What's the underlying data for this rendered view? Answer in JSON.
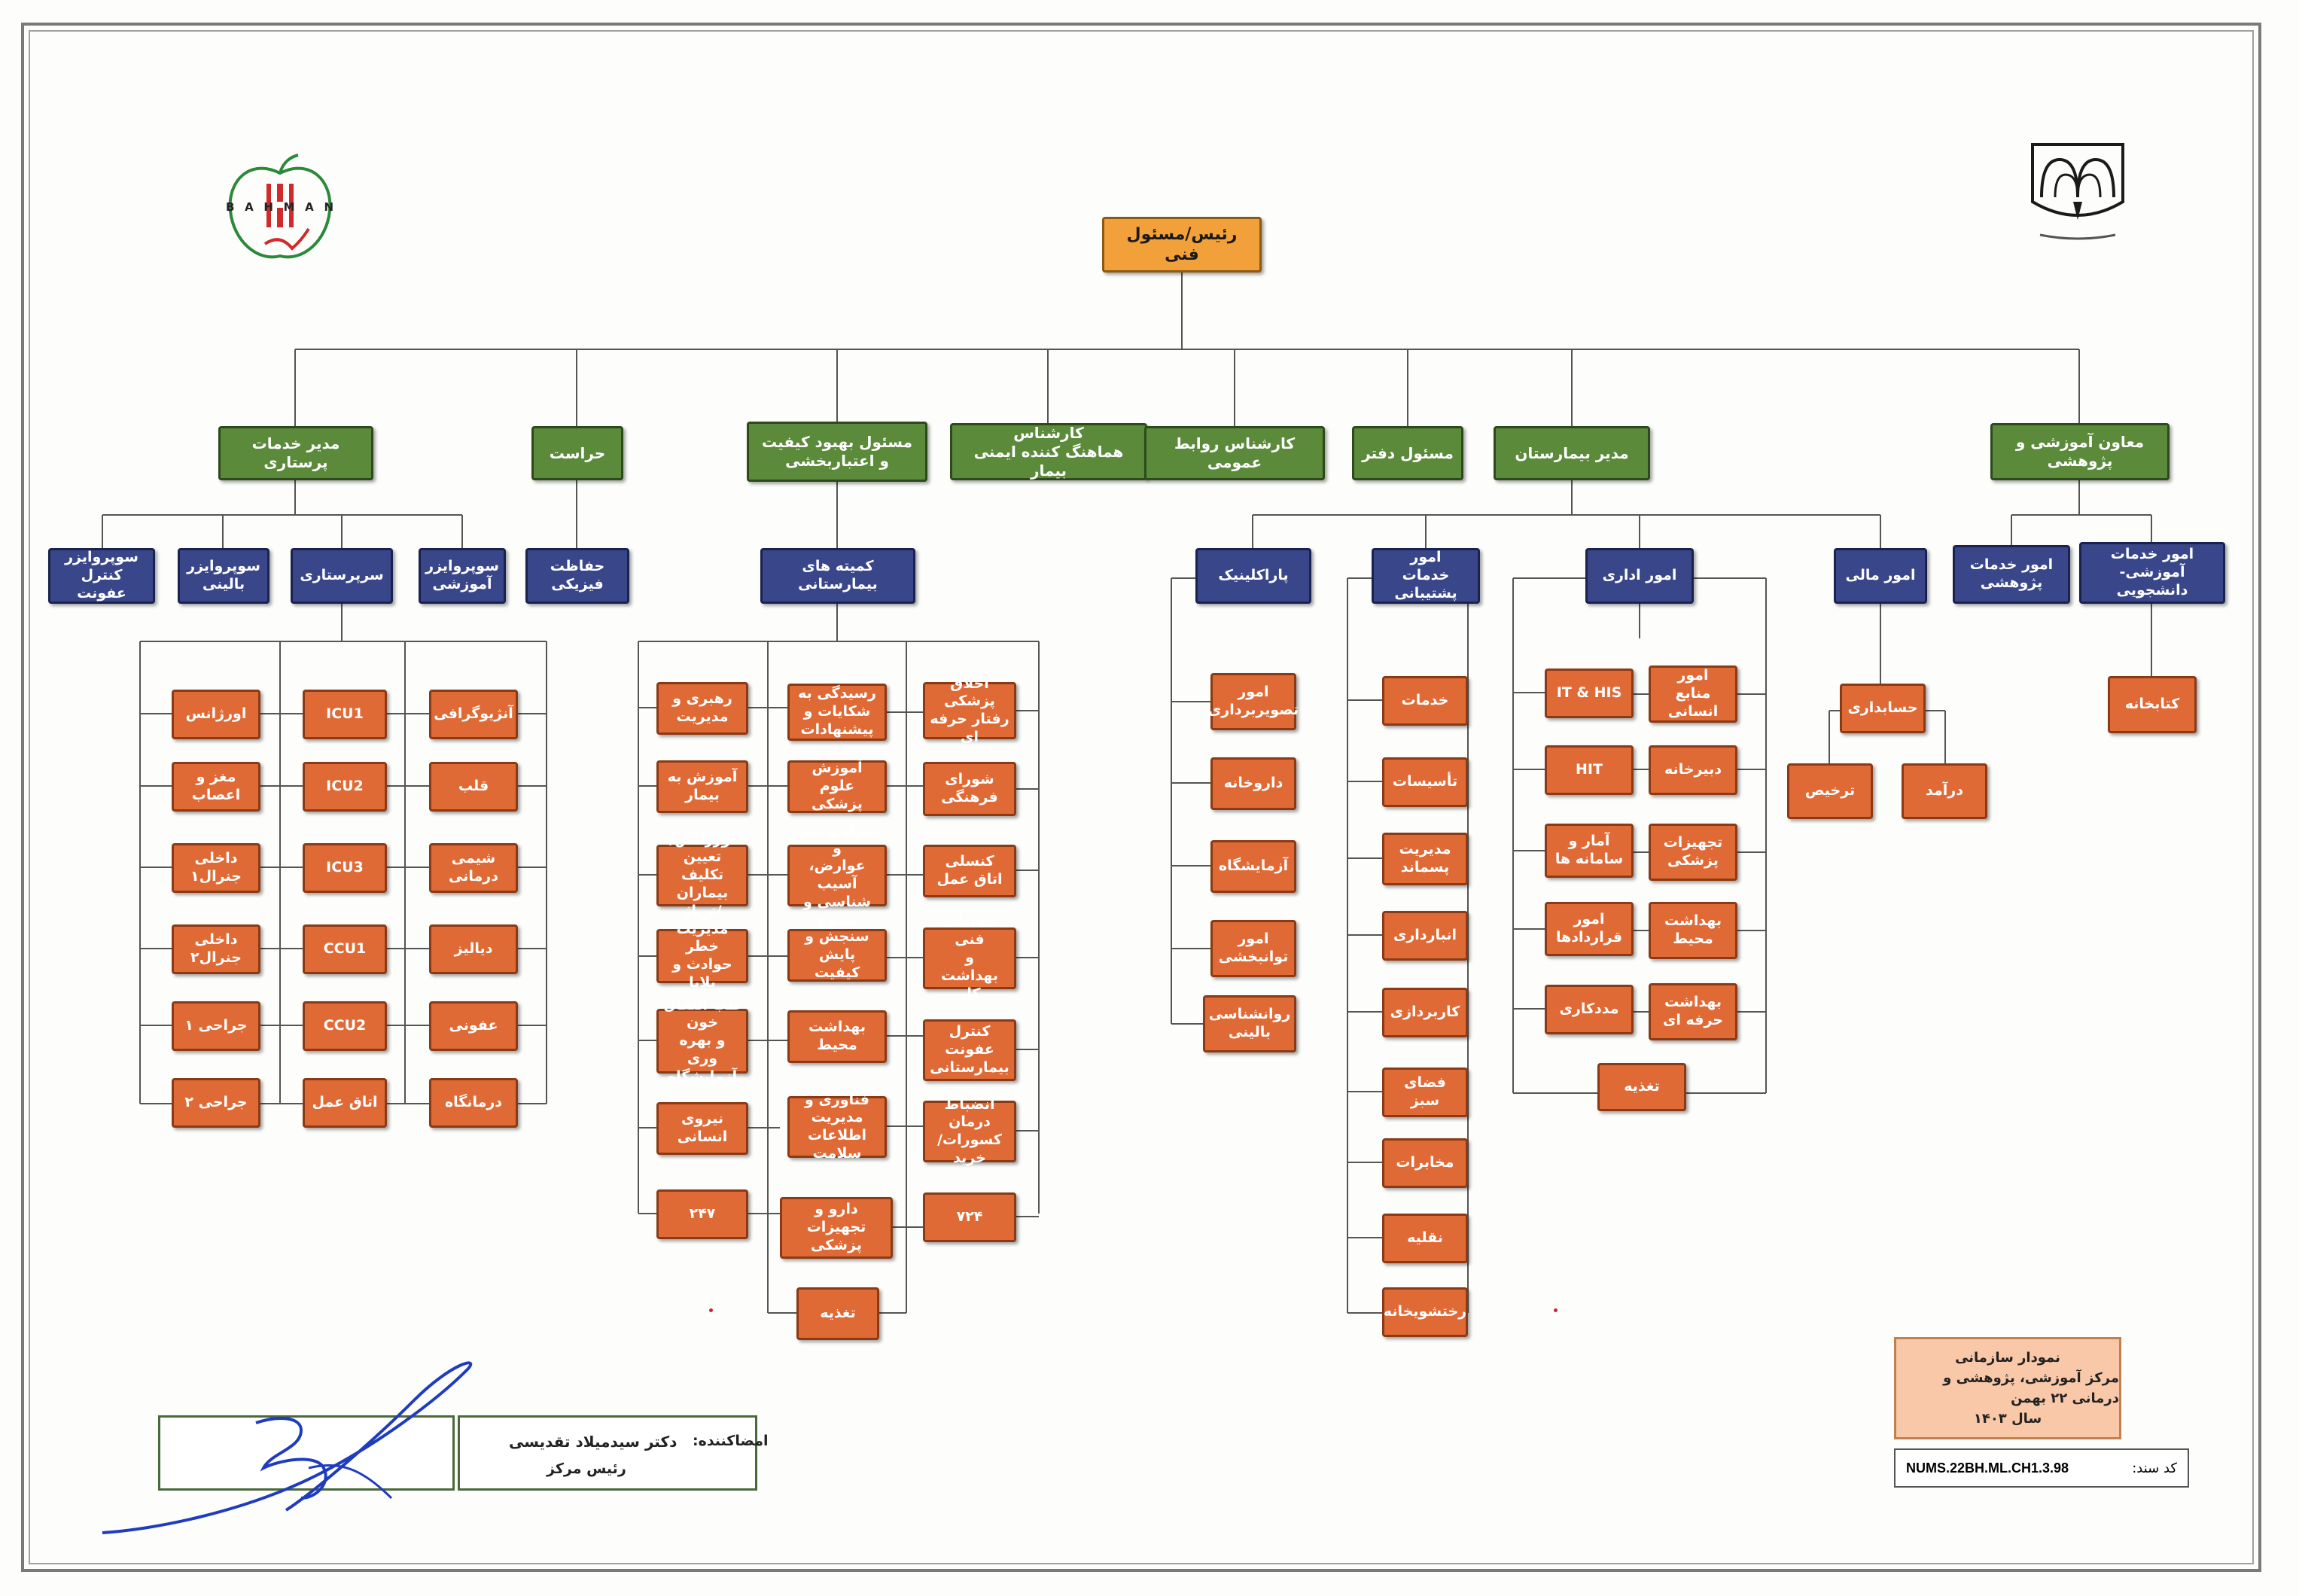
{
  "chart": {
    "top": "رئیس/مسئول فنی",
    "level1": [
      "مدیر خدمات پرستاری",
      "حراست",
      "مسئول بهبود کیفیت\nو اعتباربخشی",
      "کارشناس\nهماهنگ کننده ایمنی بیمار",
      "کارشناس روابط عمومی",
      "مسئول دفتر",
      "مدیر بیمارستان",
      "معاون آموزشی و پژوهشی"
    ],
    "nursing": {
      "subs": [
        "سوپروایزر\nکنترل عفونت",
        "سوپروایزر\nبالینی",
        "سرپرستاری",
        "سوپروایزر\nآموزشی"
      ],
      "col_left": [
        "اورژانس",
        "مغز و اعصاب",
        "داخلی جنرال۱",
        "داخلی جنرال۲",
        "جراحی ۱",
        "جراحی ۲"
      ],
      "col_mid": [
        "ICU1",
        "ICU2",
        "ICU3",
        "CCU1",
        "CCU2",
        "اتاق عمل"
      ],
      "col_right": [
        "آنژیوگرافی",
        "قلب",
        "شیمی\nدرمانی",
        "دیالیز",
        "عفونی",
        "درمانگاه"
      ]
    },
    "security": {
      "sub": "حفاظت فیزیکی"
    },
    "quality": {
      "sub": "کمیته های بیمارستانی",
      "col_left": [
        "رهبری و\nمدیریت",
        "آموزش به\nبیمار",
        "اورژانس/تعیین\nتکلیف بیماران\n/ترياژ",
        "مدیریت خطر\nحوادث و بلایا",
        "طب انتقال خون\nو بهره وری\nآزمایشگاه",
        "نیروی انسانی",
        "۲۴۷"
      ],
      "col_mid": [
        "رسیدگی به\nشکایات و\nپیشنهادات",
        "آموزش\nعلوم پزشکی",
        "مرگ و میر و\nعوارض، آسیب\nشناسی و نسوج",
        "سنجش و\nپایش کیفیت",
        "بهداشت\nمحیط",
        "فناوری و\nمدیریت\nاطلاعات سلامت",
        "دارو و\nتجهیزات پزشکی",
        "تغذیه"
      ],
      "col_right": [
        "اخلاق پزشکی\nرفتار حرفه ای",
        "شورای\nفرهنگی",
        "کنسلی\nاتاق عمل",
        "حفاظت فنی\nو\nبهداشت کار",
        "کنترل\nعفونت\nبیمارستانی",
        "انضباط درمان\nکسورات/\nخرید",
        "۷۲۴"
      ]
    },
    "manager": {
      "subs": [
        "پاراکلینیک",
        "امور\nخدمات پشتیبانی",
        "امور اداری",
        "امور مالی"
      ],
      "paraclinic": [
        "امور\nتصویربرداری",
        "داروخانه",
        "آزمایشگاه",
        "امور\nتوانبخشی",
        "روانشناسی\nبالینی"
      ],
      "support": [
        "خدمات",
        "تأسیسات",
        "مدیریت\nپسماند",
        "انبارداری",
        "کاربردازی",
        "فضای سبز",
        "مخابرات",
        "نقلیه",
        "رختشویخانه"
      ],
      "admin_left": [
        "IT & HIS",
        "HIT",
        "آمار و\nسامانه ها",
        "امور\nقراردادها",
        "مددکاری"
      ],
      "admin_right": [
        "امور\nمنابع انسانی",
        "دبیرخانه",
        "تجهیزات\nپزشکی",
        "بهداشت\nمحیط",
        "بهداشت\nحرفه ای"
      ],
      "admin_bottom": "تغذیه",
      "finance_main": "حسابداری",
      "finance_subs": [
        "ترخیص",
        "درآمد"
      ]
    },
    "edu": {
      "subs": [
        "امور خدمات\nپژوهشی",
        "امور خدمات\nآموزشی- دانشجویی"
      ],
      "library": "کتابخانه"
    }
  },
  "signature": {
    "label": "امضاکننده:",
    "name": "دکتر سیدمیلاد تقدیسی",
    "title": "رئیس مرکز"
  },
  "titlebox": {
    "line1": "نمودار سازمانی",
    "line2": "مرکز آموزشی، پژوهشی و درمانی ۲۲ بهمن",
    "line3": "سال ۱۴۰۳"
  },
  "doc_code": {
    "label": "کد سند:",
    "value": "NUMS.22BH.ML.CH1.3.98"
  },
  "logo_left_text": "BAHMAN",
  "colors": {
    "orange": "#e06a36",
    "green": "#5a8a3a",
    "blue": "#39478a",
    "top": "#f2a03a"
  }
}
